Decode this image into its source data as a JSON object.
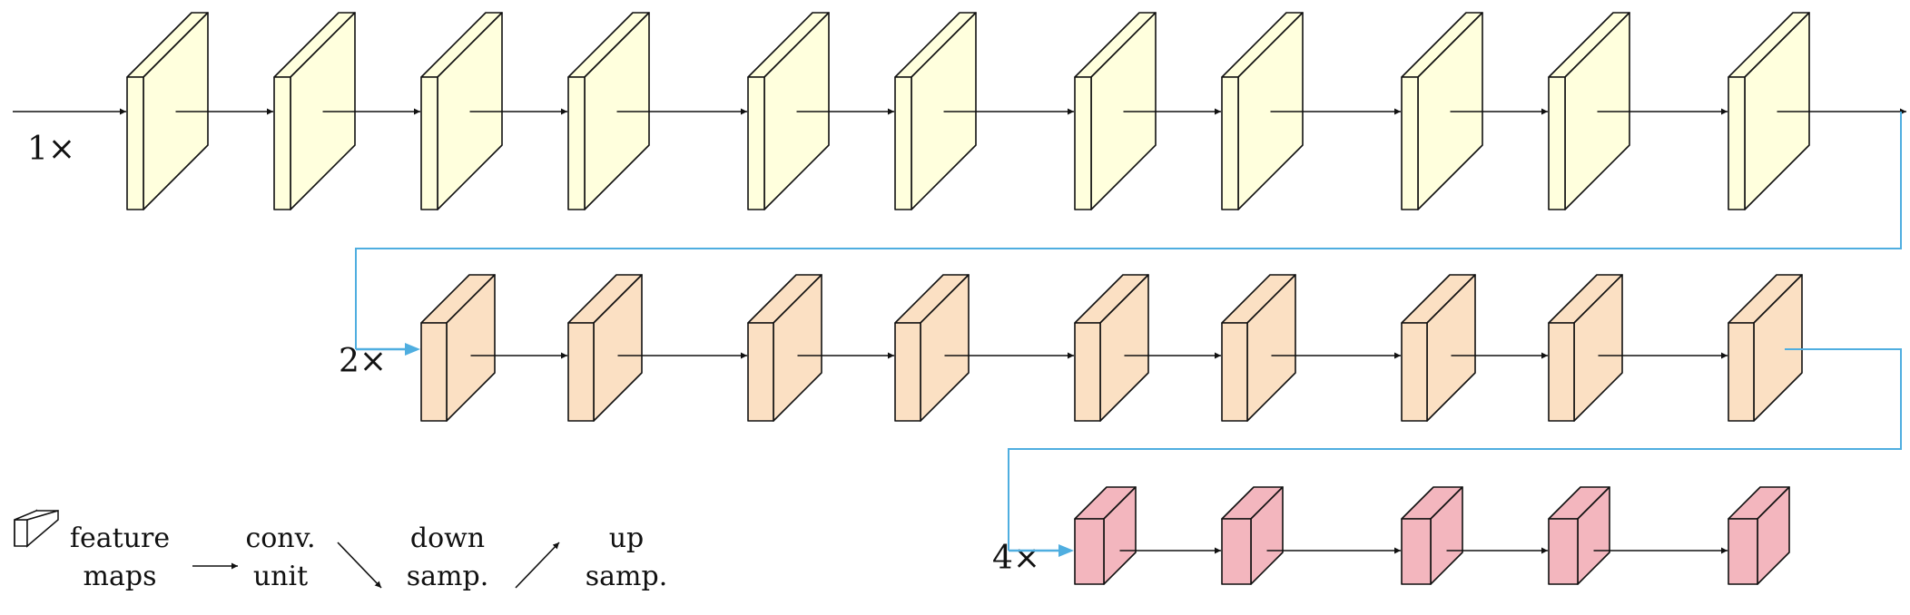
{
  "diagram": {
    "colors": {
      "row1_fill": "#FFFFDD",
      "row2_fill": "#FBE0C3",
      "row3_fill": "#F3B6BE",
      "skip_line": "#4FAEE0",
      "stroke": "#111111"
    },
    "rows": [
      {
        "id": "row1",
        "scale_label": "1×",
        "block_count": 11
      },
      {
        "id": "row2",
        "scale_label": "2×",
        "block_count": 9
      },
      {
        "id": "row3",
        "scale_label": "4×",
        "block_count": 5
      }
    ]
  },
  "legend": {
    "feature_maps": [
      "feature",
      "maps"
    ],
    "conv_unit": [
      "conv.",
      "unit"
    ],
    "down_samp": [
      "down",
      "samp."
    ],
    "up_samp": [
      "up",
      "samp."
    ]
  }
}
